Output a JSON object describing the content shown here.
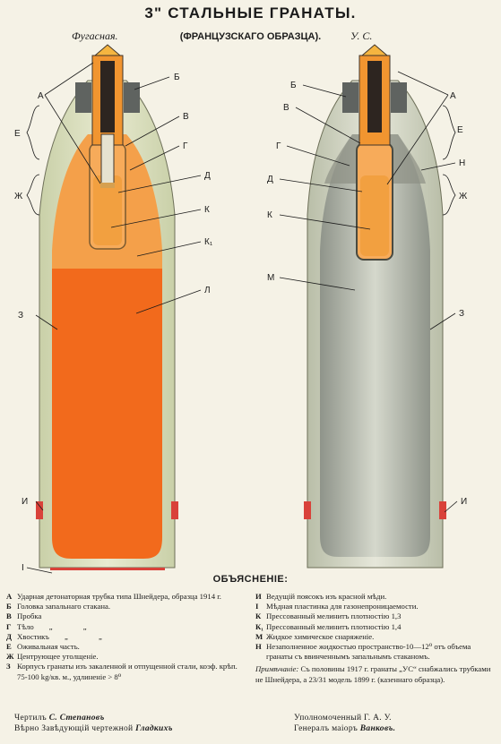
{
  "title": "3\" СТАЛЬНЫЕ ГРАНАТЫ.",
  "subtitle": "(ФРАНЦУЗСКАГО ОБРАЗЦА).",
  "left_caption": "Фугасная.",
  "right_caption": "У. С.",
  "labels": {
    "A": "А",
    "B": "Б",
    "V": "В",
    "G": "Г",
    "D": "Д",
    "K": "К",
    "K1": "К₁",
    "L": "Л",
    "Z": "З",
    "I": "И",
    "E": "Е",
    "ZH": "Ж",
    "I1": "I",
    "M": "М",
    "N": "Н"
  },
  "legend_title": "ОБЪЯСНЕНІЕ:",
  "legend_left": [
    {
      "k": "А",
      "t": "Ударная детонаторная трубка типа Шнейдера, образца 1914 г."
    },
    {
      "k": "Б",
      "t": "Головка запальнаго стакана."
    },
    {
      "k": "В",
      "t": "Пробка"
    },
    {
      "k": "Г",
      "t": "Тѣло"
    },
    {
      "k": "Д",
      "t": "Хвостикъ"
    },
    {
      "k": "Е",
      "t": "Оживальная часть."
    },
    {
      "k": "Ж",
      "t": "Центрующее утолщеніе."
    },
    {
      "k": "З",
      "t": "Корпусъ гранаты изъ закаленной и отпущенной стали, коэф. крѣп. 75-100 kg/кв. м., удлиненіе > 8⁰"
    }
  ],
  "ditto": "„",
  "legend_right": [
    {
      "k": "И",
      "t": "Ведущій поясокъ изъ красной мѣди."
    },
    {
      "k": "I",
      "t": "Мѣдная пластинка для газонепроницаемости."
    },
    {
      "k": "К",
      "t": "Прессованный мелинитъ плотностію 1,3"
    },
    {
      "k": "К₁",
      "t": "Прессованный мелинитъ плотностію 1,4"
    },
    {
      "k": "М",
      "t": "Жидкое химическое снаряженіе."
    },
    {
      "k": "Н",
      "t": "Незаполненное жидкостью пространство-10—12⁰ отъ объема гранаты съ ввинченнымъ запальнымъ стаканомъ."
    }
  ],
  "note_label": "Примѣчаніе:",
  "note_text": "Съ половины 1917 г. гранаты „УС“ снабжались трубками не Шнейдера, а 23/31 модель 1899 г. (казеннаго образца).",
  "sig_left_1": "Чертилъ",
  "sig_left_1_name": "С. Степановъ",
  "sig_left_2": "Вѣрно Завѣдующій чертежной",
  "sig_left_2_name": "Гладкихъ",
  "sig_right_1": "Уполномоченный Г. А. У.",
  "sig_right_2": "Генералъ маіоръ",
  "sig_right_2_name": "Ванковъ.",
  "colors": {
    "paper": "#f5f2e6",
    "shell_wall": "#dfe3c4",
    "explosive_light": "#f4a04a",
    "explosive_dark": "#f26a1c",
    "chem_fill": "#c9cdc0",
    "fuse_orange": "#f19530",
    "band_red": "#d9423a"
  }
}
